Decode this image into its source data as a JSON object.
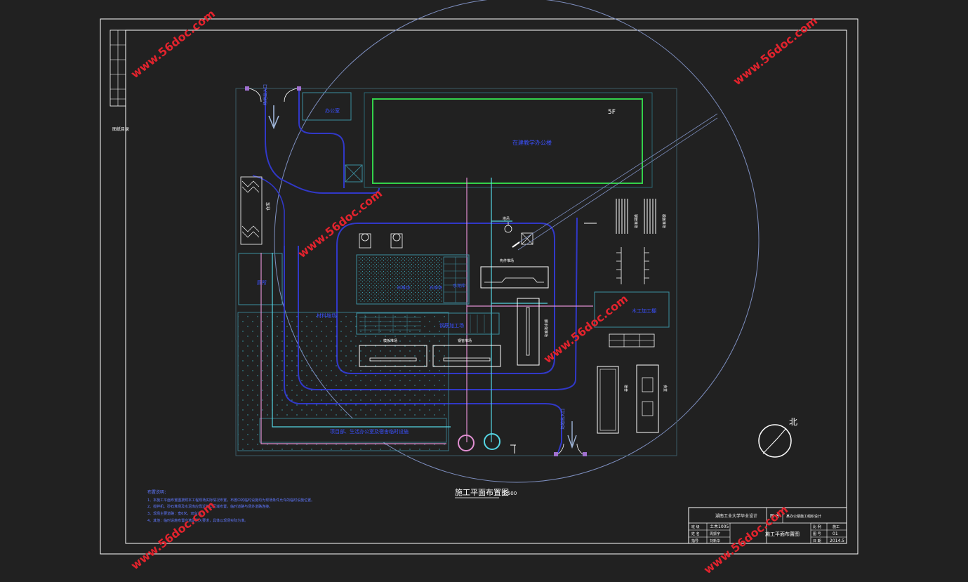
{
  "drawing": {
    "title": "施工平面布置图",
    "scale": "1:500",
    "north_label": "北",
    "building_label": "5F",
    "main_building_name": "在建教学办公楼",
    "site_entrance_label": "场地出入口",
    "exit_label": "场地出入口",
    "labels": {
      "office": "办公室",
      "guard": "门卫",
      "toilet": "厕所",
      "material_yard": "材料堆场",
      "mixer": "搅拌机",
      "sand": "砂堆场",
      "stone": "石堆场",
      "cement": "水泥库",
      "rebar_yard": "钢筋加工场",
      "formwork_yard": "模板堆场",
      "steel_pipe_yard": "钢管堆场",
      "scaffold": "脚手架堆场",
      "wood_shop": "木工加工棚",
      "electric_box": "配电箱",
      "water_source": "水源",
      "tower_crane": "塔吊",
      "temp_road": "项目部、生活办公室及宿舍临时设施",
      "component_yard": "构件堆场",
      "storage": "仓库",
      "dormitory": "宿舍",
      "canteen": "食堂",
      "crane_label": "塔吊",
      "side_label": "图纸目录"
    },
    "notes_title": "布置说明：",
    "notes": [
      "1、本施工平面布置图按照本工程现场实际情况布置，布置中的临时设施均为现场条件允许的临时设施位置。",
      "2、搅拌机、砂石堆场及水泥库应靠近施工区域布置，临时道路与场外道路连接。",
      "3、现场主要道路：宽6米，双车道。",
      "4、其他：临时设施布置应满足防火要求，具体以现场实际为准。"
    ]
  },
  "title_block": {
    "school": "湖南工业大学毕业设计",
    "project": "某办公楼施工组织设计",
    "drawing_name": "施工平面布置图",
    "class_label": "班 级",
    "class_value": "土木1005",
    "name_label": "姓 名",
    "name_value": "周振宇",
    "tutor_label": "指导",
    "tutor_value": "刘新华",
    "scale_label": "比 例",
    "scale_value": "施工",
    "sheet_label": "图 号",
    "sheet_value": "01",
    "date_label": "日 期",
    "date_value": "2014.5",
    "row1_label": "图 名"
  },
  "watermark": "www.56doc.com",
  "colors": {
    "background": "#212121",
    "frame": "#ffffff",
    "road": "#3138c8",
    "building": "#33d14a",
    "cyan": "#55d6e4",
    "pink": "#e08fd1",
    "watermark": "#e2232d"
  }
}
